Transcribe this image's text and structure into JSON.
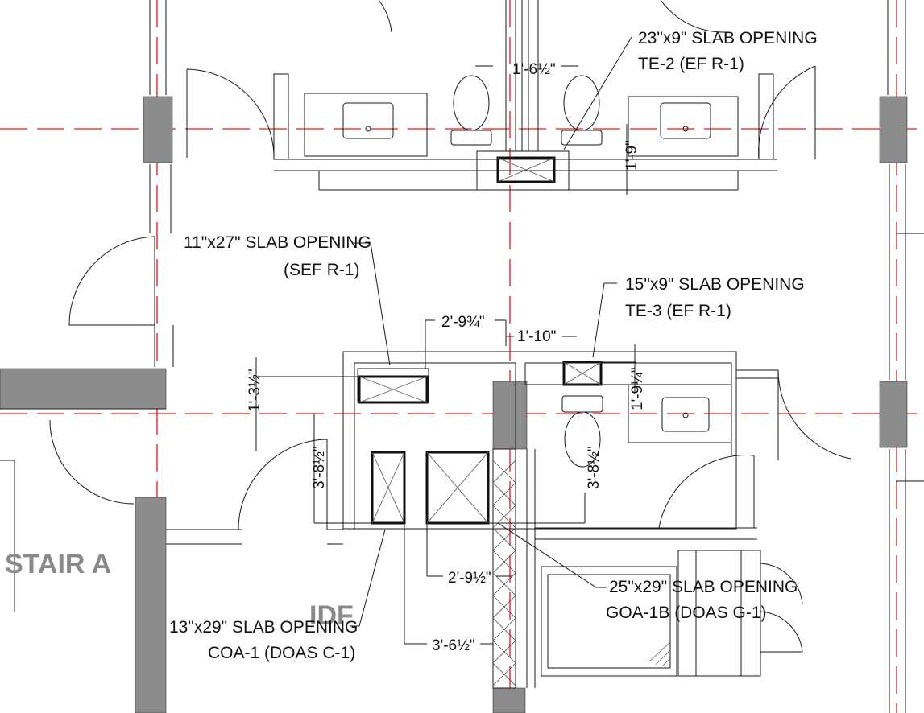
{
  "colors": {
    "gridline": "#e31a1a",
    "wall_fill": "#8c8c8c",
    "room_label": "#8a8a8a"
  },
  "rooms": {
    "stair": "STAIR A",
    "idf": "IDF"
  },
  "callouts": {
    "te2_size": "23\"x9\" SLAB OPENING",
    "te2_tag": "TE-2 (EF R-1)",
    "sef_size": "11\"x27\" SLAB OPENING",
    "sef_tag": "(SEF R-1)",
    "te3_size": "15\"x9\" SLAB OPENING",
    "te3_tag": "TE-3 (EF R-1)",
    "goa_size": "25\"x29\" SLAB OPENING",
    "goa_tag": "GOA-1B (DOAS G-1)",
    "coa_size": "13\"x29\" SLAB OPENING",
    "coa_tag": "COA-1 (DOAS C-1)"
  },
  "dimensions": {
    "top_gap": "1'-6½\"",
    "top_vertical": "1'-9\"",
    "mid_left": "2'-9¾\"",
    "mid_right": "1'-10\"",
    "left_vertical": "1'-3½\"",
    "right_vertical": "1'-9¼\"",
    "left_lower_vertical": "3'-8½\"",
    "right_lower_vertical": "3'-8½\"",
    "bottom_mid": "2'-9½\"",
    "bottom_low": "3'-6½\""
  }
}
